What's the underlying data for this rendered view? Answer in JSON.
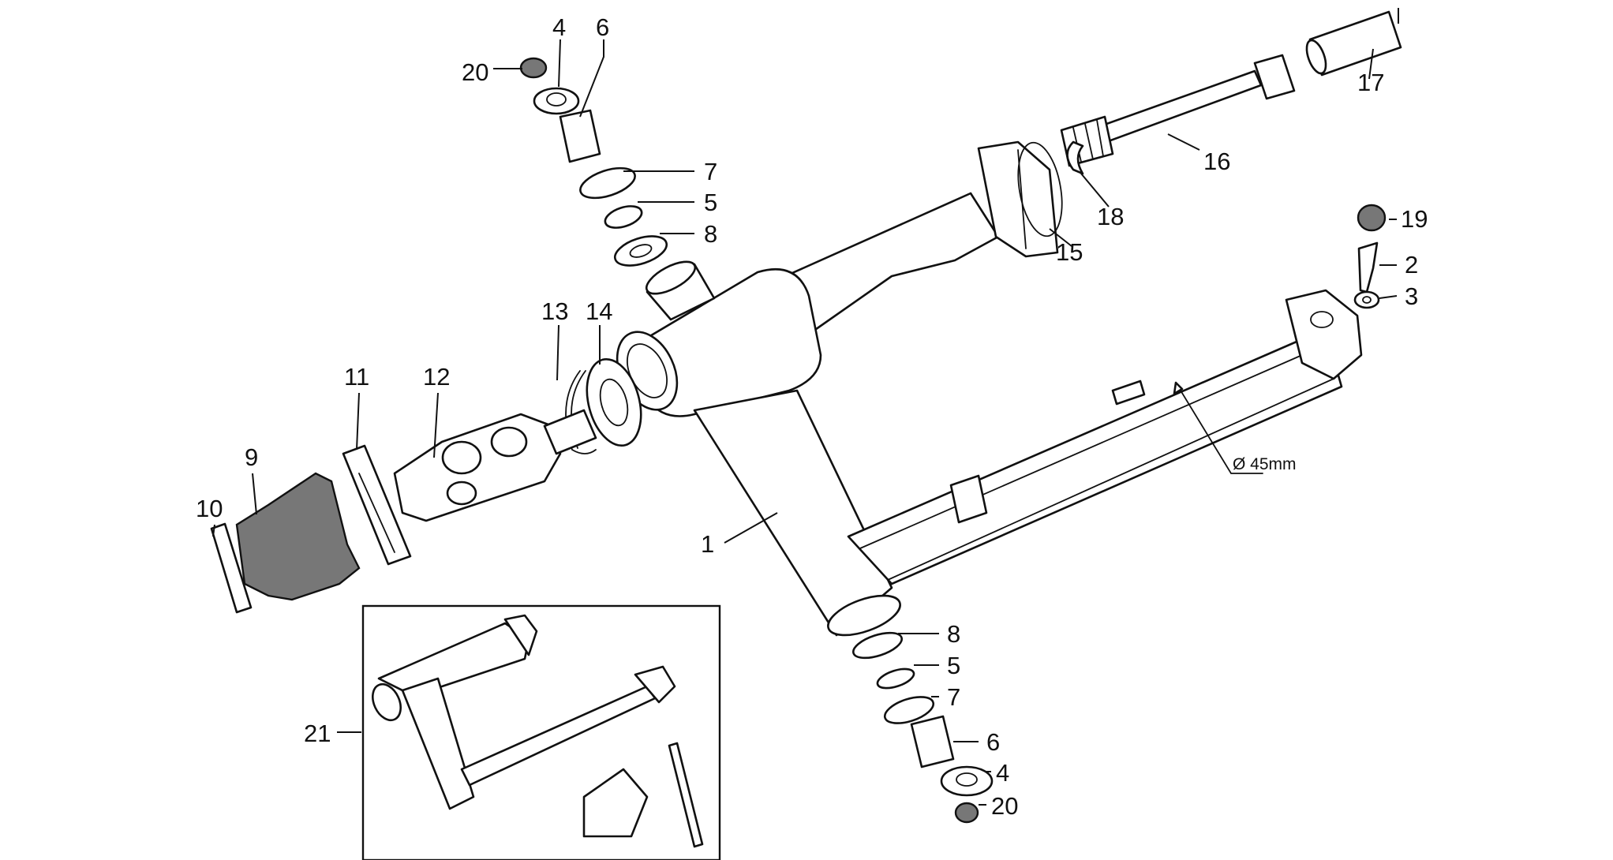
{
  "diagram": {
    "dimension_label": "Ø 45mm",
    "callouts": [
      {
        "id": "c1",
        "text": "1"
      },
      {
        "id": "c2",
        "text": "2"
      },
      {
        "id": "c3",
        "text": "3"
      },
      {
        "id": "c4a",
        "text": "4"
      },
      {
        "id": "c4b",
        "text": "4"
      },
      {
        "id": "c5a",
        "text": "5"
      },
      {
        "id": "c5b",
        "text": "5"
      },
      {
        "id": "c6a",
        "text": "6"
      },
      {
        "id": "c6b",
        "text": "6"
      },
      {
        "id": "c7a",
        "text": "7"
      },
      {
        "id": "c7b",
        "text": "7"
      },
      {
        "id": "c8a",
        "text": "8"
      },
      {
        "id": "c8b",
        "text": "8"
      },
      {
        "id": "c9",
        "text": "9"
      },
      {
        "id": "c10",
        "text": "10"
      },
      {
        "id": "c11",
        "text": "11"
      },
      {
        "id": "c12",
        "text": "12"
      },
      {
        "id": "c13",
        "text": "13"
      },
      {
        "id": "c14",
        "text": "14"
      },
      {
        "id": "c15",
        "text": "15"
      },
      {
        "id": "c16",
        "text": "16"
      },
      {
        "id": "c17",
        "text": "17"
      },
      {
        "id": "c18",
        "text": "18"
      },
      {
        "id": "c19",
        "text": "19"
      },
      {
        "id": "c20a",
        "text": "20"
      },
      {
        "id": "c20b",
        "text": "20"
      },
      {
        "id": "c21",
        "text": "21"
      }
    ]
  }
}
